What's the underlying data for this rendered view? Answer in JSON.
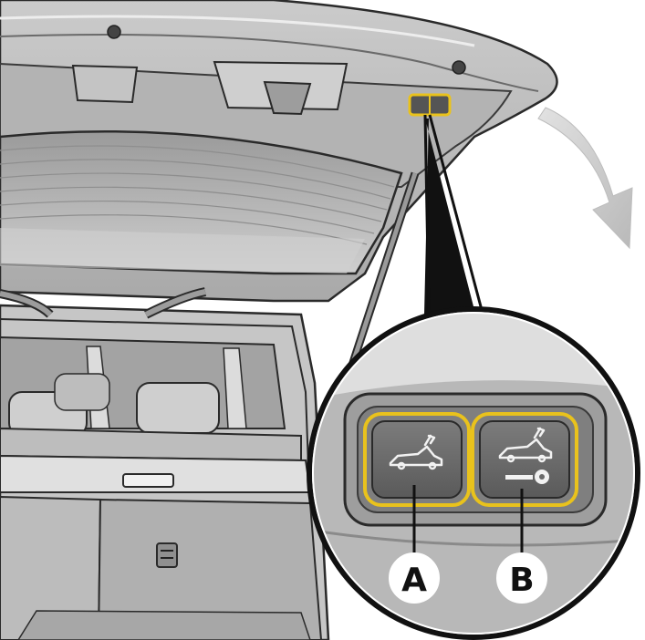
{
  "figure": {
    "subject": "tailgate-buttons-diagram",
    "callouts": [
      {
        "id": "a",
        "letter": "A",
        "button": "close-tailgate-button"
      },
      {
        "id": "b",
        "letter": "B",
        "button": "close-and-lock-tailgate-button"
      }
    ]
  },
  "colors": {
    "highlight": "#e9c21c",
    "body_dark": "#8a8a8a",
    "body_mid": "#b7b7b7",
    "body_light": "#d9d9d9",
    "outline": "#2a2a2a",
    "arrow": "#c7c7c7",
    "button_fill": "#6e6e6e"
  }
}
